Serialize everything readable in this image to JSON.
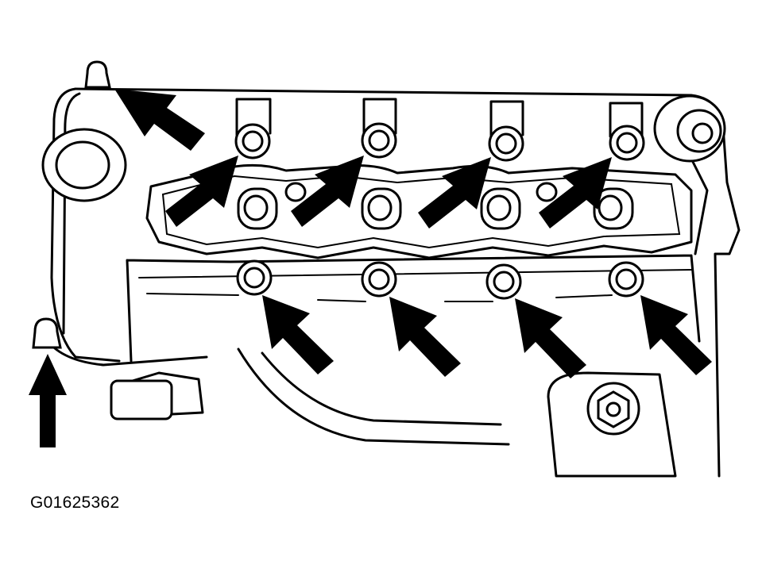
{
  "figure": {
    "id_label": "G01625362",
    "components": {
      "upper_bolts": 4,
      "lower_bolts": 4,
      "side_fasteners": 2
    },
    "arrows": 10
  },
  "colors": {
    "ink": "#000000",
    "paper": "#ffffff"
  }
}
